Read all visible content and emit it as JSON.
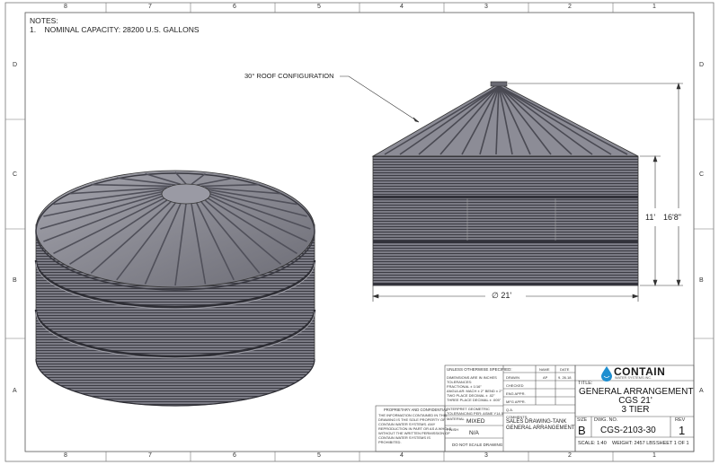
{
  "zones": {
    "columns": [
      "8",
      "7",
      "6",
      "5",
      "4",
      "3",
      "2",
      "1"
    ],
    "rows": [
      "D",
      "C",
      "B",
      "A"
    ]
  },
  "notes": {
    "heading": "NOTES:",
    "item_number": "1.",
    "item_text": "NOMINAL CAPACITY: 28200 U.S. GALLONS"
  },
  "callout": {
    "roof": "30° ROOF CONFIGURATION"
  },
  "dimensions": {
    "diameter": "∅ 21'",
    "wall_height": "11'",
    "total_height": "16'8\""
  },
  "title_block": {
    "tolerances": {
      "unless_specified": "UNLESS OTHERWISE SPECIFIED:",
      "dims_in_inches": "DIMENSIONS ARE IN INCHES",
      "tolerances_label": "TOLERANCES:",
      "fractional": "FRACTIONAL ± 1/16\"",
      "angular": "ANGULAR: MACH ± 2° BEND ± 2°",
      "two_place": "TWO PLACE DECIMAL   ± .02\"",
      "three_place": "THREE PLACE DECIMAL  ± .005\"",
      "interpret": "INTERPRET GEOMETRIC",
      "tolerancing": "TOLERANCING PER: ASME Y14.5",
      "material_label": "MATERIAL",
      "material_value": "MIXED",
      "finish_label": "FINISH",
      "finish_value": "N/A",
      "no_scale": "DO NOT SCALE DRAWING"
    },
    "proprietary": {
      "heading": "PROPRIETARY AND CONFIDENTIAL",
      "line1": "THE INFORMATION CONTAINED IN THIS",
      "line2": "DRAWING IS THE SOLE PROPERTY OF",
      "line3": "CONTAIN WATER SYSTEMS. ANY",
      "line4": "REPRODUCTION IN PART OR AS A WHOLE",
      "line5": "WITHOUT THE WRITTEN PERMISSION OF",
      "line6": "CONTAIN WATER SYSTEMS IS",
      "line7": "PROHIBITED."
    },
    "approvals": {
      "name_header": "NAME",
      "date_header": "DATE",
      "drawn_label": "DRAWN",
      "drawn_name": "AP",
      "drawn_date": "9. 26.18",
      "checked_label": "CHECKED",
      "eng_label": "ENG APPR.",
      "mfg_label": "MFG APPR.",
      "qa_label": "Q.A.",
      "comments_label": "COMMENTS:",
      "comment1": "SALES DRAWING-TANK",
      "comment2": "GENERAL ARRANGEMENT"
    },
    "logo": {
      "brand": "CONTAIN",
      "tagline": "WATER SYSTEMS INC."
    },
    "title_label": "TITLE:",
    "title_line1": "GENERAL ARRANGEMENT",
    "title_line2": "CGS 21'",
    "title_line3": "3 TIER",
    "size_label": "SIZE",
    "size_value": "B",
    "dwg_label": "DWG.  NO.",
    "dwg_value": "CGS-2103-30",
    "rev_label": "REV",
    "rev_value": "1",
    "scale": "SCALE: 1:40",
    "weight": "WEIGHT: 2457 LBS",
    "sheet": "SHEET 1 OF 1"
  },
  "colors": {
    "border": "#555555",
    "tank_body": "#7d7d87",
    "tank_dark": "#4a4a52",
    "roof_light": "#9a9aa4",
    "logo_blue": "#1e8fd0"
  }
}
